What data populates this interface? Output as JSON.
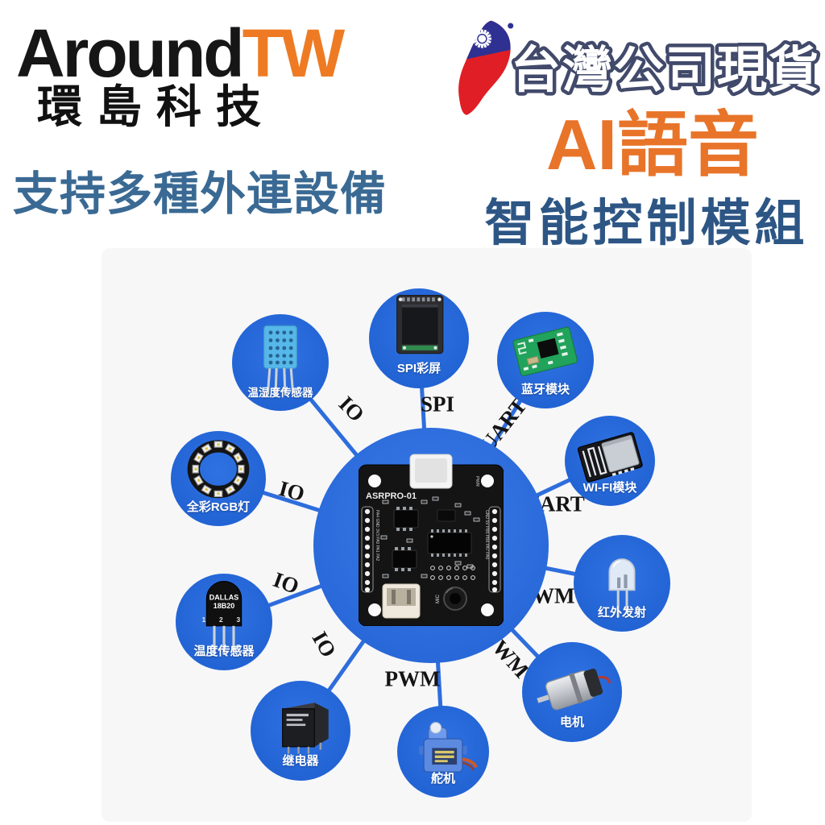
{
  "brand": {
    "name_black": "Around",
    "name_orange": "TW",
    "subtitle": "環島科技"
  },
  "headline": "支持多種外連設備",
  "promo": {
    "stock_banner": "台灣公司現貨",
    "title": "AI語音",
    "subtitle": "智能控制模組",
    "flag_icon": "taiwan-island-flag"
  },
  "board": {
    "model": "ASRPRO-01",
    "mic_label": "MIC",
    "pwr_label": "PWR",
    "left_pins": "PA4 GND 3V3 PA0 PA1 PA2",
    "right_pins": "GND 5V PB5 PB6 PA7 PA6"
  },
  "sensor_chip": {
    "line1": "DALLAS",
    "line2": "18B20",
    "pins": "1 2 3"
  },
  "nodes": [
    {
      "id": "humidity-sensor",
      "label": "温湿度传感器",
      "bus": "IO"
    },
    {
      "id": "spi-screen",
      "label": "SPI彩屏",
      "bus": "SPI"
    },
    {
      "id": "bluetooth-module",
      "label": "蓝牙模块",
      "bus": "UART"
    },
    {
      "id": "wifi-module",
      "label": "WI-FI模块",
      "bus": "UART"
    },
    {
      "id": "ir-emitter",
      "label": "红外发射",
      "bus": "PWM"
    },
    {
      "id": "motor",
      "label": "电机",
      "bus": "PWM"
    },
    {
      "id": "servo",
      "label": "舵机",
      "bus": "PWM"
    },
    {
      "id": "relay",
      "label": "继电器",
      "bus": "IO"
    },
    {
      "id": "temp-sensor",
      "label": "温度传感器",
      "bus": "IO"
    },
    {
      "id": "rgb-ring",
      "label": "全彩RGB灯",
      "bus": "IO"
    }
  ],
  "colors": {
    "accent_orange": "#ee7b23",
    "title_orange": "#e8742a",
    "banner_outline_navy": "#424a6b",
    "headline_steel_blue": "#3a6a94",
    "subtitle_deep_blue": "#2d5685",
    "node_blue": "#2263d4",
    "link_blue": "#2e6ddc",
    "flag_blue": "#2e3192",
    "flag_red": "#e01e25"
  }
}
